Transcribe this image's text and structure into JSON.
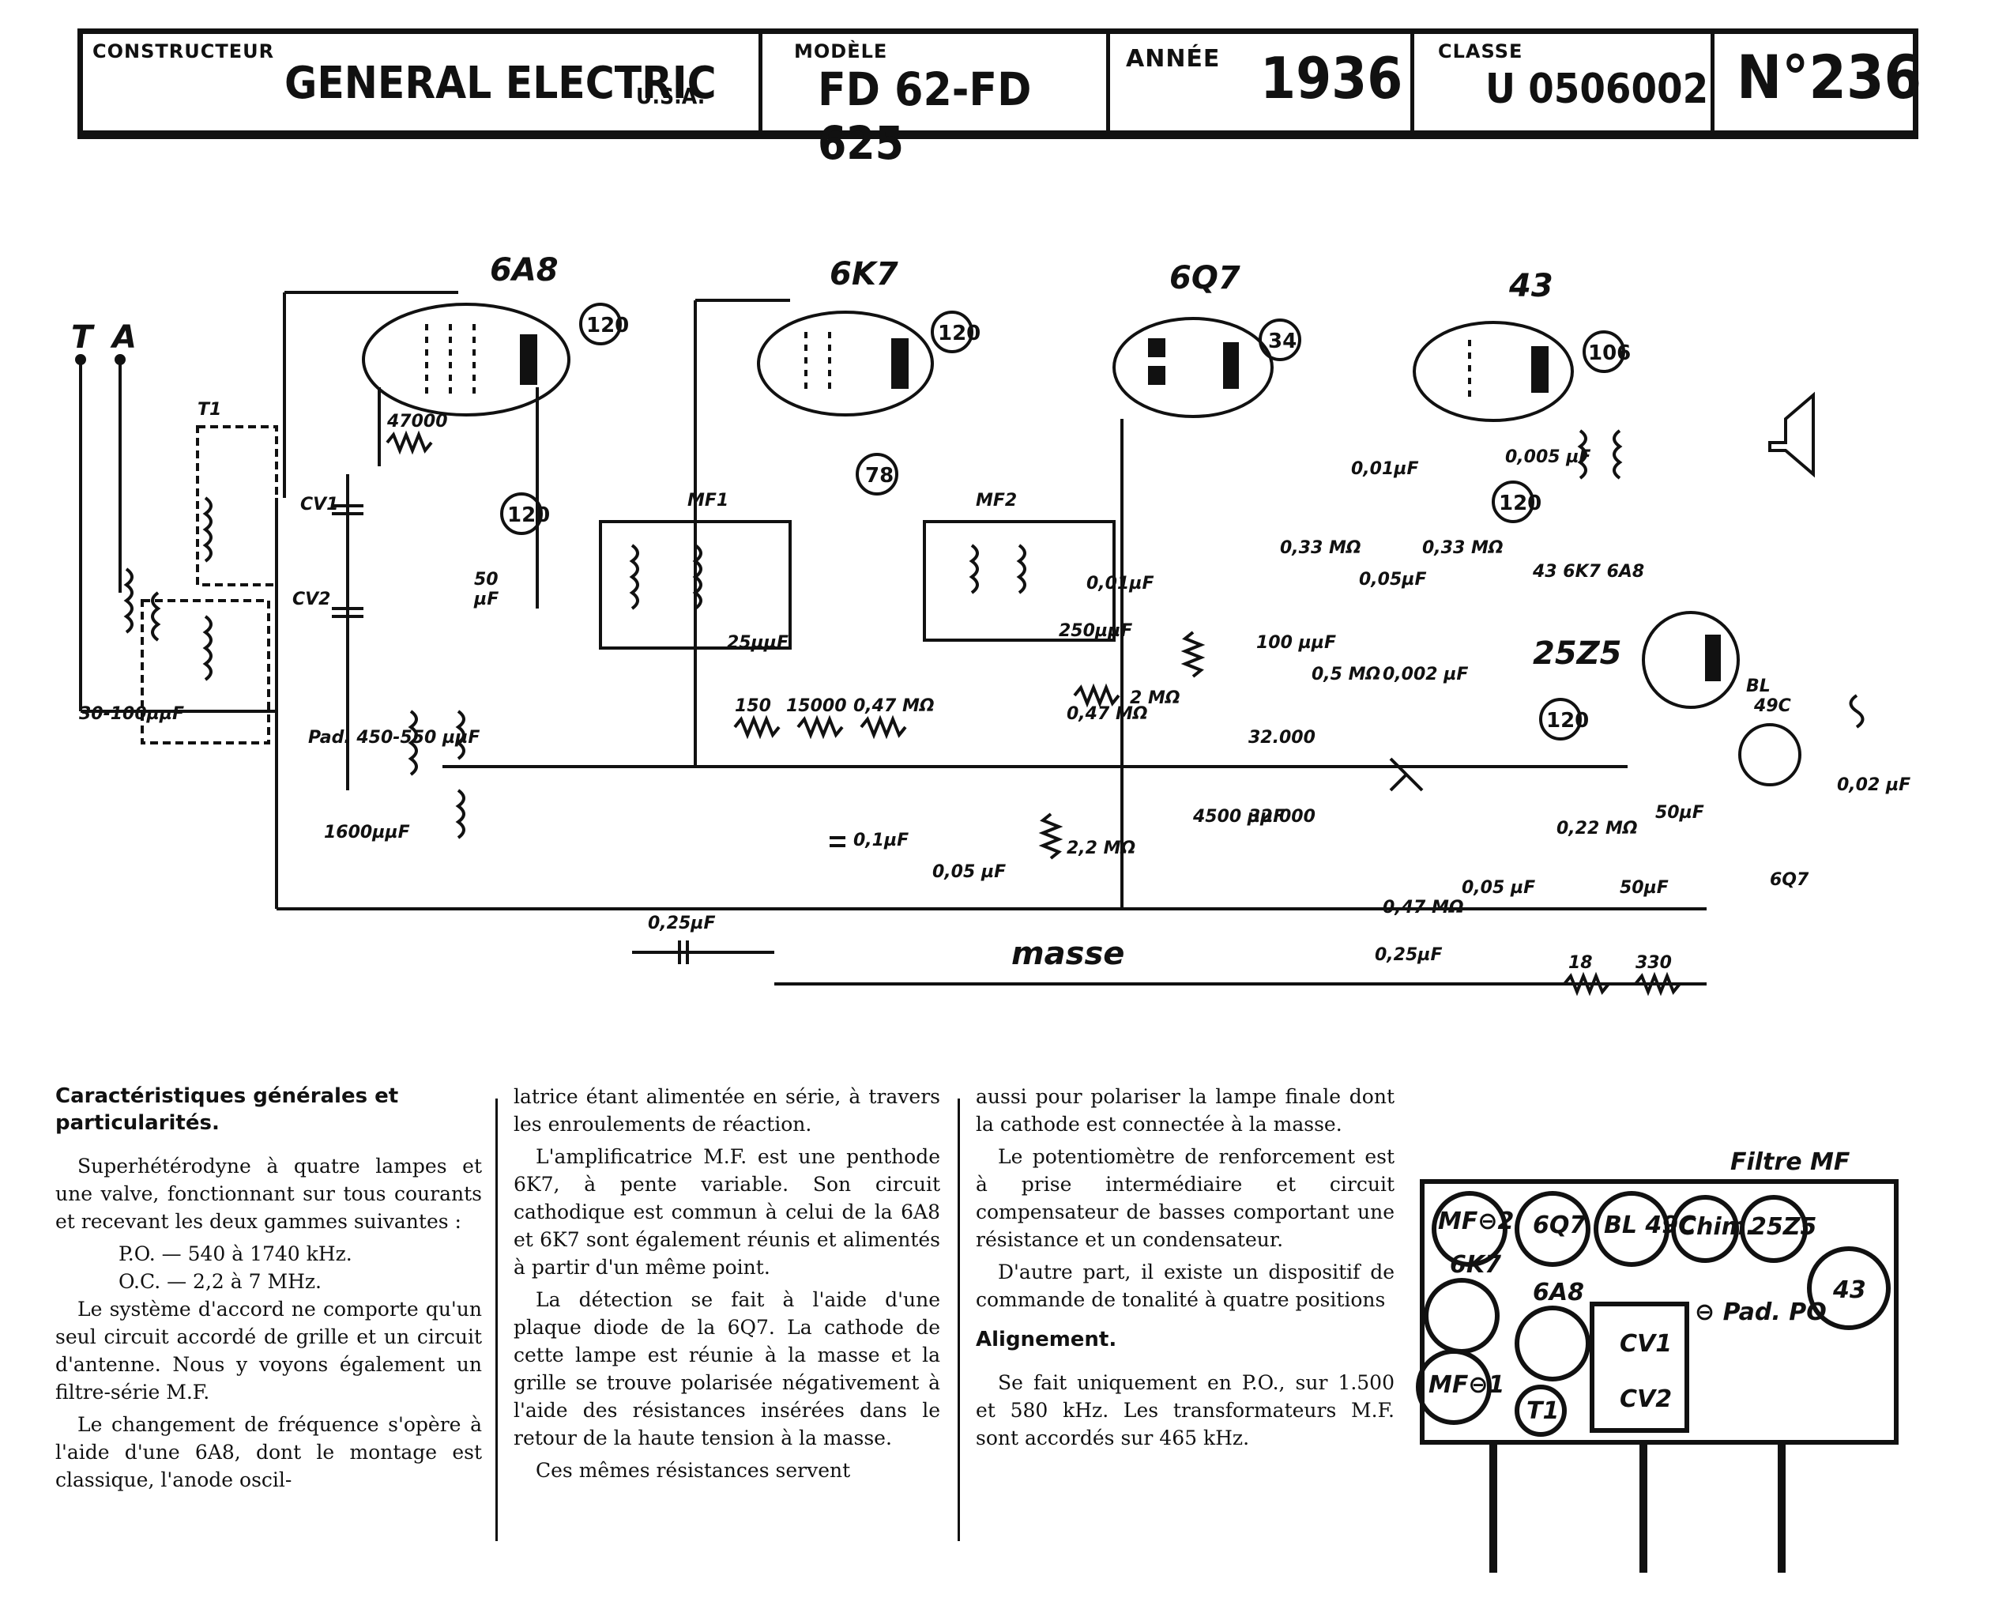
{
  "header": {
    "constructeur_label": "CONSTRUCTEUR",
    "constructeur_value": "GENERAL ELECTRIC",
    "constructeur_country": "U.S.A.",
    "modele_label": "MODÈLE",
    "modele_value": "FD 62-FD 625",
    "annee_label": "ANNÉE",
    "annee_value": "1936",
    "classe_label": "CLASSE",
    "classe_value": "U 0506002",
    "numero": "N°236"
  },
  "schematic": {
    "tubes": [
      "6A8",
      "6K7",
      "6Q7",
      "43"
    ],
    "rectifier": "25Z5",
    "terminals": [
      "T",
      "A"
    ],
    "transformer": "T1",
    "circle_markers": [
      "120",
      "120",
      "120",
      "34",
      "106",
      "78",
      "120",
      "120"
    ],
    "labels": {
      "cv1": "CV1",
      "cv2": "CV2",
      "mf1": "MF1",
      "mf2": "MF2",
      "r47000": "47000",
      "c50": "50",
      "c50_unit": "µF",
      "trim": "30-100µµF",
      "pad": "Pad. 450-550 µµF",
      "pad_c": "1600µµF",
      "c25": "25µµF",
      "r150": "150",
      "r15000": "15000",
      "r047": "0,47 MΩ",
      "c01": "0,1µF",
      "c005a": "0,05 µF",
      "r22": "2,2 MΩ",
      "c001a": "0,01µF",
      "c250": "250µµF",
      "r047b": "0,47 MΩ",
      "r2m": "2 MΩ",
      "c100": "100 µµF",
      "r32000a": "32.000",
      "c001b": "0,01µF",
      "r033a": "0,33 MΩ",
      "c005b": "0,05µF",
      "r033b": "0,33 MΩ",
      "r05": "0,5 MΩ",
      "c0002": "0,002 µF",
      "c0005": "0,005 µF",
      "heater_chain": "43  6K7  6A8",
      "bl": "BL",
      "bl2": "49C",
      "c002": "0,02 µF",
      "c50b": "50µF",
      "r022": "0,22 MΩ",
      "c50c": "50µF",
      "c005c": "0,05 µF",
      "r4500": "4500 µµF",
      "r32000b": "32.000",
      "r047c": "0,47 MΩ",
      "c025a": "0,25µF",
      "c025b": "0,25µF",
      "masse": "masse",
      "r18": "18",
      "r330": "330",
      "q7": "6Q7"
    }
  },
  "text": {
    "col1_title": "Caractéristiques générales et particularités.",
    "col1_p1": "Superhétérodyne à quatre lampes et une valve, fonctionnant sur tous courants et recevant les deux gammes suivantes :",
    "col1_f1": "P.O. — 540 à 1740 kHz.",
    "col1_f2": "O.C. — 2,2 à 7 MHz.",
    "col1_p2": "Le système d'accord ne comporte qu'un seul circuit accordé de grille et un circuit d'antenne. Nous y voyons également un filtre-série M.F.",
    "col1_p3": "Le changement de fréquence s'opère à l'aide d'une 6A8, dont le montage est classique, l'anode oscil-",
    "col2_p1": "latrice étant alimentée en série, à travers les enroulements de réaction.",
    "col2_p2": "L'amplificatrice M.F. est une penthode 6K7, à pente variable. Son circuit cathodique est commun à celui de la 6A8 et 6K7 sont également réunis et alimentés à partir d'un même point.",
    "col2_p3": "La détection se fait à l'aide d'une plaque diode de la 6Q7. La cathode de cette lampe est réunie à la masse et la grille se trouve polarisée négativement à l'aide des résistances insérées dans le retour de la haute tension à la masse.",
    "col2_p4": "Ces mêmes résistances servent",
    "col3_p1": "aussi pour polariser la lampe finale dont la cathode est connectée à la masse.",
    "col3_p2": "Le potentiomètre de renforcement est à prise intermédiaire et circuit compensateur de basses comportant une résistance et un condensateur.",
    "col3_p3": "D'autre part, il existe un dispositif de commande de tonalité à quatre positions",
    "col3_title": "Alignement.",
    "col3_p4": "Se fait uniquement en P.O., sur 1.500 et 580 kHz. Les transformateurs M.F. sont accordés sur 465 kHz."
  },
  "chassis": {
    "filtre": "Filtre MF",
    "mf2": "MF⊖2",
    "q7": "6Q7",
    "bl": "BL 49C",
    "chim": "Chim.",
    "z5": "25Z5",
    "k7": "6K7",
    "a8": "6A8",
    "pad": "⊖ Pad. PO",
    "t43": "43",
    "mf1": "MF⊖1",
    "t1": "T1",
    "cv1": "CV1",
    "cv2": "CV2"
  }
}
